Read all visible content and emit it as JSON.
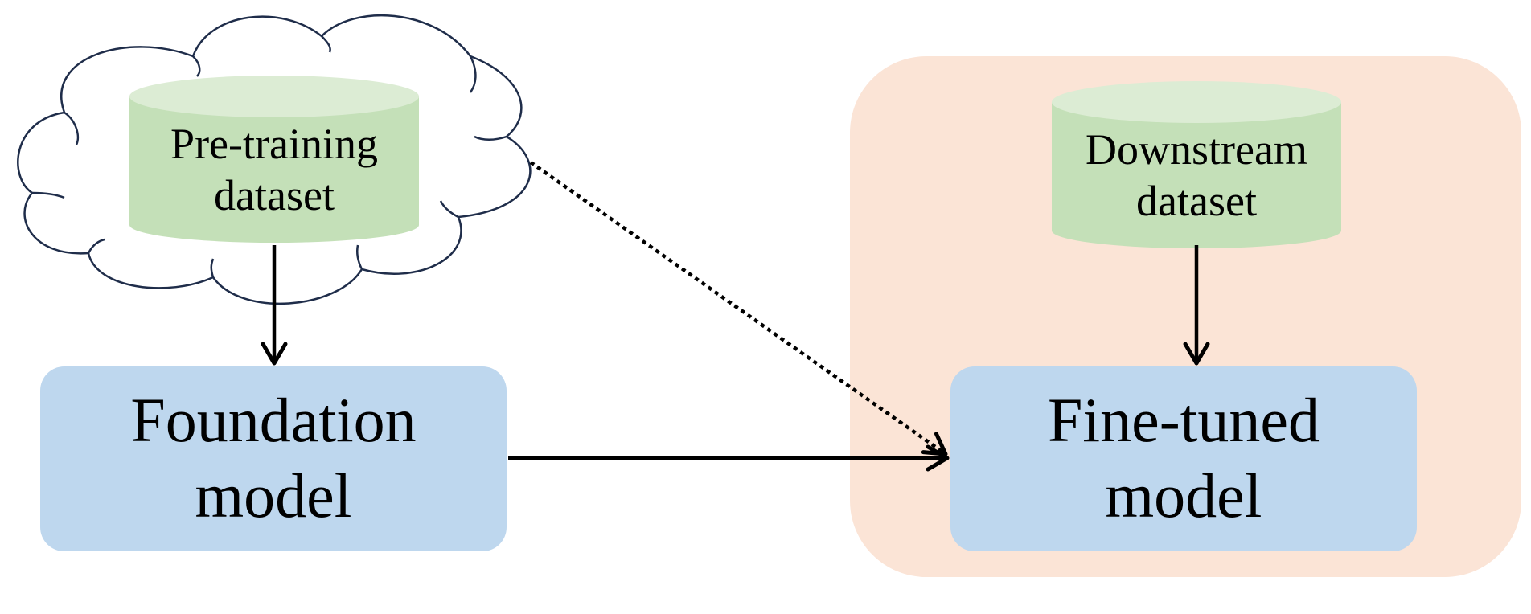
{
  "nodes": {
    "pretraining_dataset": {
      "line1": "Pre-training",
      "line2": "dataset"
    },
    "downstream_dataset": {
      "line1": "Downstream",
      "line2": "dataset"
    },
    "foundation_model": {
      "line1": "Foundation",
      "line2": "model"
    },
    "finetuned_model": {
      "line1": "Fine-tuned",
      "line2": "model"
    }
  },
  "edges": [
    {
      "from": "pretraining_dataset",
      "to": "foundation_model",
      "style": "solid"
    },
    {
      "from": "downstream_dataset",
      "to": "finetuned_model",
      "style": "solid"
    },
    {
      "from": "foundation_model",
      "to": "finetuned_model",
      "style": "solid"
    },
    {
      "from": "pretraining_dataset",
      "to": "finetuned_model",
      "style": "dotted"
    }
  ],
  "colors": {
    "cylinder_body": "#c4e0b8",
    "cylinder_top": "#dcecd4",
    "model_box": "#bed7ee",
    "finetune_panel": "#fbe4d6",
    "cloud_outline": "#1f2d4a",
    "arrow": "#000000"
  }
}
